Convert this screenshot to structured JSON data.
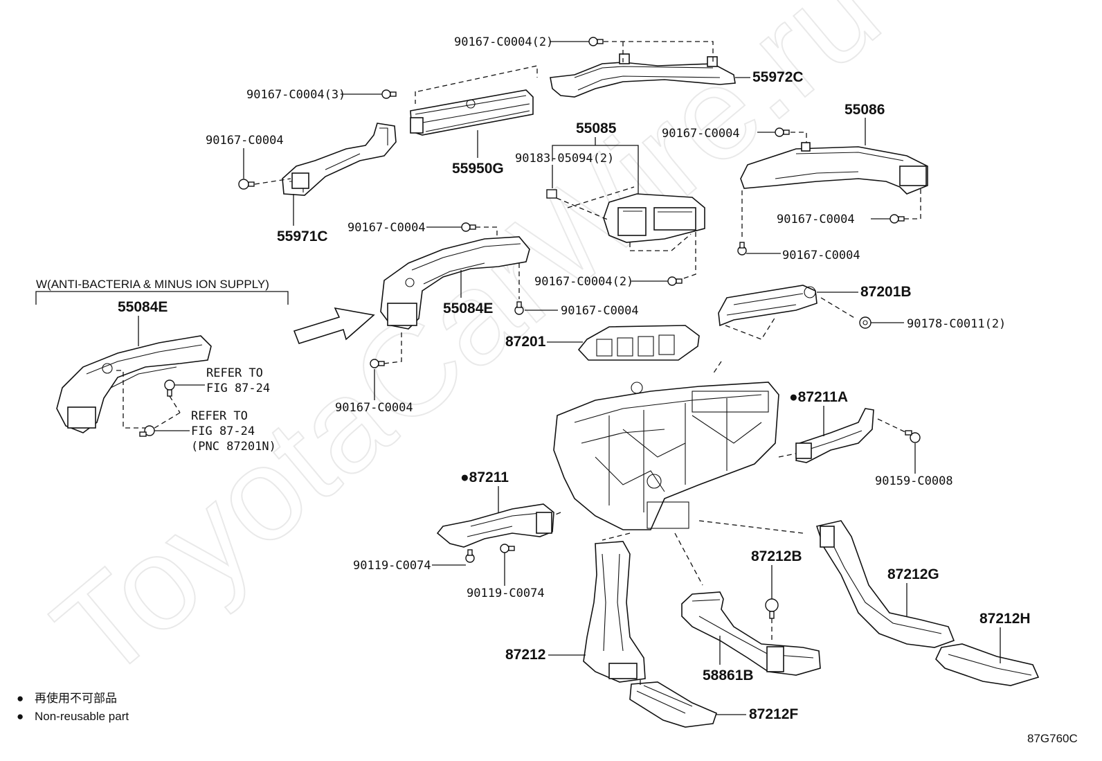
{
  "watermark": "ToyotaCarWire.ru",
  "figure_code": "87G760C",
  "legend": {
    "symbol": "●",
    "line1": "再使用不可部品",
    "line2": "Non-reusable part"
  },
  "variant_label": "W(ANTI-BACTERIA & MINUS ION SUPPLY)",
  "labels": {
    "p55972C": "55972C",
    "p90167_c0004_2_top": "90167-C0004(2)",
    "p90167_c0004_3": "90167-C0004(3)",
    "p90167_c0004_a": "90167-C0004",
    "p55950G": "55950G",
    "p55971C": "55971C",
    "p55085": "55085",
    "p90183": "90183-05094(2)",
    "p55086": "55086",
    "p90167_c0004_b": "90167-C0004",
    "p90167_c0004_c": "90167-C0004",
    "p90167_c0004_d": "90167-C0004",
    "p90167_c0004_e": "90167-C0004",
    "p90167_c0004_2_mid": "90167-C0004(2)",
    "p90167_c0004_f": "90167-C0004",
    "p90167_c0004_g": "90167-C0004",
    "p55084E_left": "55084E",
    "p55084E_mid": "55084E",
    "p87201B": "87201B",
    "p90178": "90178-C0011(2)",
    "p87201": "87201",
    "refer1_a": "REFER TO",
    "refer1_b": "FIG 87-24",
    "refer2_a": "REFER TO",
    "refer2_b": "FIG 87-24",
    "refer2_c": "(PNC 87201N)",
    "p87211A": "●87211A",
    "p90159": "90159-C0008",
    "p87211": "●87211",
    "p90119_a": "90119-C0074",
    "p90119_b": "90119-C0074",
    "p87212B": "87212B",
    "p87212G": "87212G",
    "p87212H": "87212H",
    "p87212": "87212",
    "p58861B": "58861B",
    "p87212F": "87212F"
  }
}
